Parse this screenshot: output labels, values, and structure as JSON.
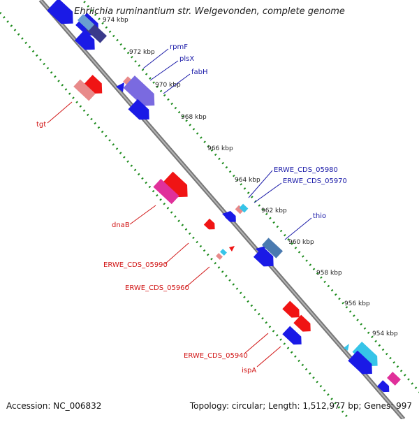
{
  "title": "Ehrlichia ruminantium str. Welgevonden, complete genome",
  "footer": {
    "accession": "Accession: NC_006832",
    "topology": "Topology: circular; Length: 1,512,977 bp; Genes: 997"
  },
  "ticks": [
    "974 kbp",
    "972 kbp",
    "970 kbp",
    "968 kbp",
    "966 kbp",
    "964 kbp",
    "962 kbp",
    "960 kbp",
    "958 kbp",
    "956 kbp",
    "954 kbp"
  ],
  "labels_forward": [
    "rpmF",
    "plsX",
    "fabH",
    "ERWE_CDS_05980",
    "ERWE_CDS_05970",
    "thio"
  ],
  "labels_reverse": [
    "tgt",
    "dnaB",
    "ERWE_CDS_05990",
    "ERWE_CDS_05960",
    "ERWE_CDS_05940",
    "ispA"
  ],
  "colors": {
    "backbone": "#808080",
    "guide": "#1a8a1a",
    "forward_label": "#1a1aa8",
    "reverse_label": "#d11515"
  }
}
